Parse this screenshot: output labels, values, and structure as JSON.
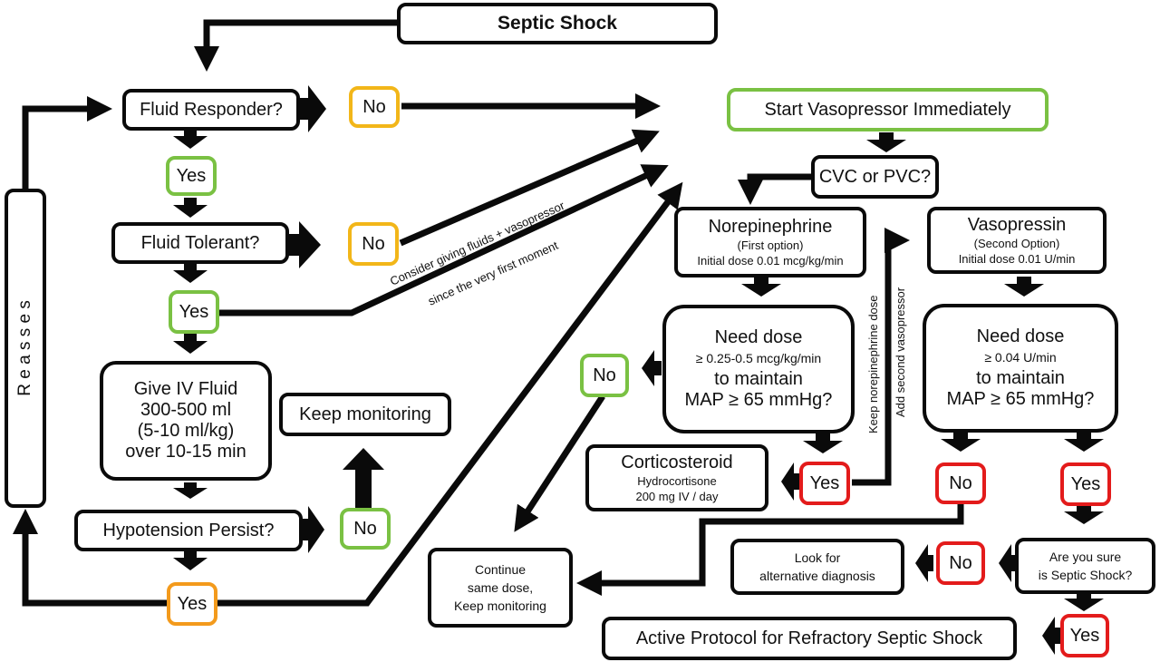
{
  "title": "Septic Shock",
  "left": {
    "reassess": "R e a s s e s",
    "fluid_responder": "Fluid Responder?",
    "fr_no": "No",
    "fr_yes": "Yes",
    "fluid_tolerant": "Fluid Tolerant?",
    "ft_no": "No",
    "ft_yes": "Yes",
    "give_fluid": [
      "Give IV Fluid",
      "300-500 ml",
      "(5-10 ml/kg)",
      "over 10-15 min"
    ],
    "keep_monitoring": "Keep monitoring",
    "hypotension": "Hypotension Persist?",
    "hp_no": "No",
    "hp_yes": "Yes",
    "consider_line1": "Consider giving fluids + vasopressor",
    "consider_line2": "since the very first moment"
  },
  "right": {
    "start_vaso": "Start Vasopressor Immediately",
    "cvc_pvc": "CVC or PVC?",
    "norepi": {
      "name": "Norepinephrine",
      "option": "(First option)",
      "dose": "Initial dose 0.01 mcg/kg/min"
    },
    "vasopressin": {
      "name": "Vasopressin",
      "option": "(Second Option)",
      "dose": "Initial dose 0.01 U/min"
    },
    "need_dose_norepi": {
      "l1": "Need dose",
      "l2": "≥ 0.25-0.5 mcg/kg/min",
      "l3": "to maintain",
      "l4": "MAP ≥ 65 mmHg?"
    },
    "need_dose_vaso": {
      "l1": "Need dose",
      "l2": "≥ 0.04 U/min",
      "l3": "to maintain",
      "l4": "MAP ≥ 65 mmHg?"
    },
    "ne_no": "No",
    "ne_yes": "Yes",
    "keep_norepi_label": "Keep norepinephrine dose",
    "add_second_label": "Add second vasopressor",
    "corticosteroid": {
      "name": "Corticosteroid",
      "drug": "Hydrocortisone",
      "dose": "200 mg IV / day"
    },
    "vp_no": "No",
    "vp_yes": "Yes",
    "continue": [
      "Continue",
      "same dose,",
      "Keep monitoring"
    ],
    "alt_diag": [
      "Look for",
      "alternative diagnosis"
    ],
    "sure_no": "No",
    "are_you_sure": [
      "Are you sure",
      "is Septic Shock?"
    ],
    "sure_yes": "Yes",
    "refractory": "Active Protocol for Refractory Septic Shock"
  },
  "colors": {
    "green": "#7ac143",
    "yellow": "#f2b619",
    "orange": "#f39a1c",
    "red": "#e31b1b",
    "line": "#0a0a0a"
  }
}
